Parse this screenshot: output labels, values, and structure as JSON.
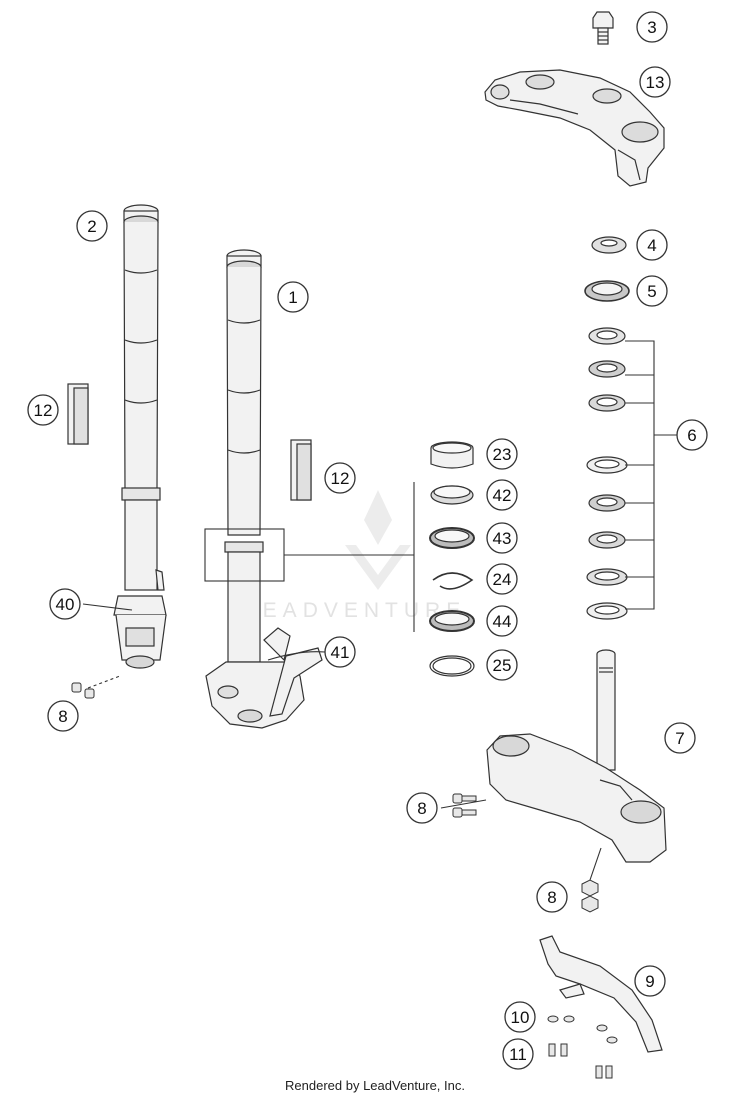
{
  "watermark": "LEADVENTURE",
  "footer": "Rendered by LeadVenture, Inc.",
  "parts": {
    "p3": "3",
    "p13": "13",
    "p2": "2",
    "p1": "1",
    "p4": "4",
    "p5": "5",
    "p6": "6",
    "p12a": "12",
    "p12b": "12",
    "p23": "23",
    "p42": "42",
    "p43": "43",
    "p24": "24",
    "p44": "44",
    "p25": "25",
    "p40": "40",
    "p41": "41",
    "p8a": "8",
    "p7": "7",
    "p8b": "8",
    "p8c": "8",
    "p9": "9",
    "p10": "10",
    "p11": "11"
  },
  "colors": {
    "line": "#333333",
    "part": "#f2f2f2",
    "shade": "#d0d0d0",
    "dark": "#555555"
  }
}
